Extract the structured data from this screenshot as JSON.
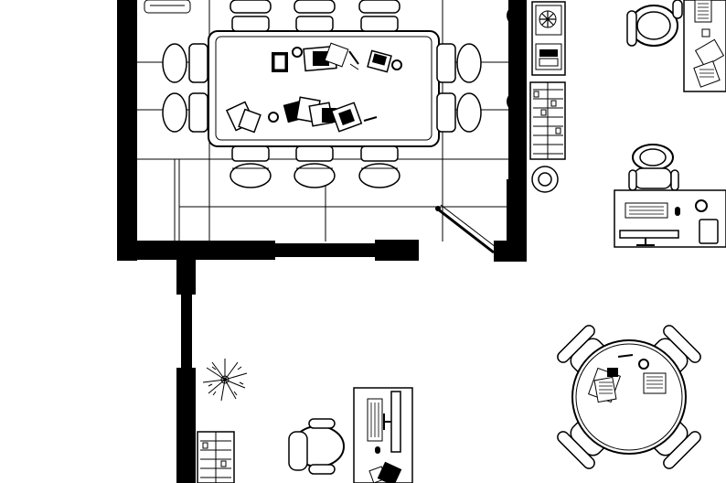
{
  "plan": {
    "background": "#ffffff",
    "ink": "#000000",
    "rooms": [
      {
        "name": "conference-room",
        "furniture": [
          "conference-table",
          "chair",
          "chair",
          "chair",
          "chair",
          "chair",
          "chair",
          "chair",
          "chair",
          "chair",
          "chair",
          "credenza",
          "bookshelf",
          "round-table"
        ]
      },
      {
        "name": "open-office",
        "furniture": [
          "workstation-desk",
          "workstation-desk",
          "workstation-desk",
          "office-chair",
          "office-chair",
          "office-chair",
          "round-meeting-table",
          "chair",
          "chair",
          "chair",
          "chair",
          "potted-plant",
          "bookshelf"
        ]
      }
    ],
    "icons": [
      "door-swing-icon",
      "computer-monitor-icon",
      "keyboard-icon",
      "telephone-icon",
      "potted-plant-icon"
    ]
  }
}
